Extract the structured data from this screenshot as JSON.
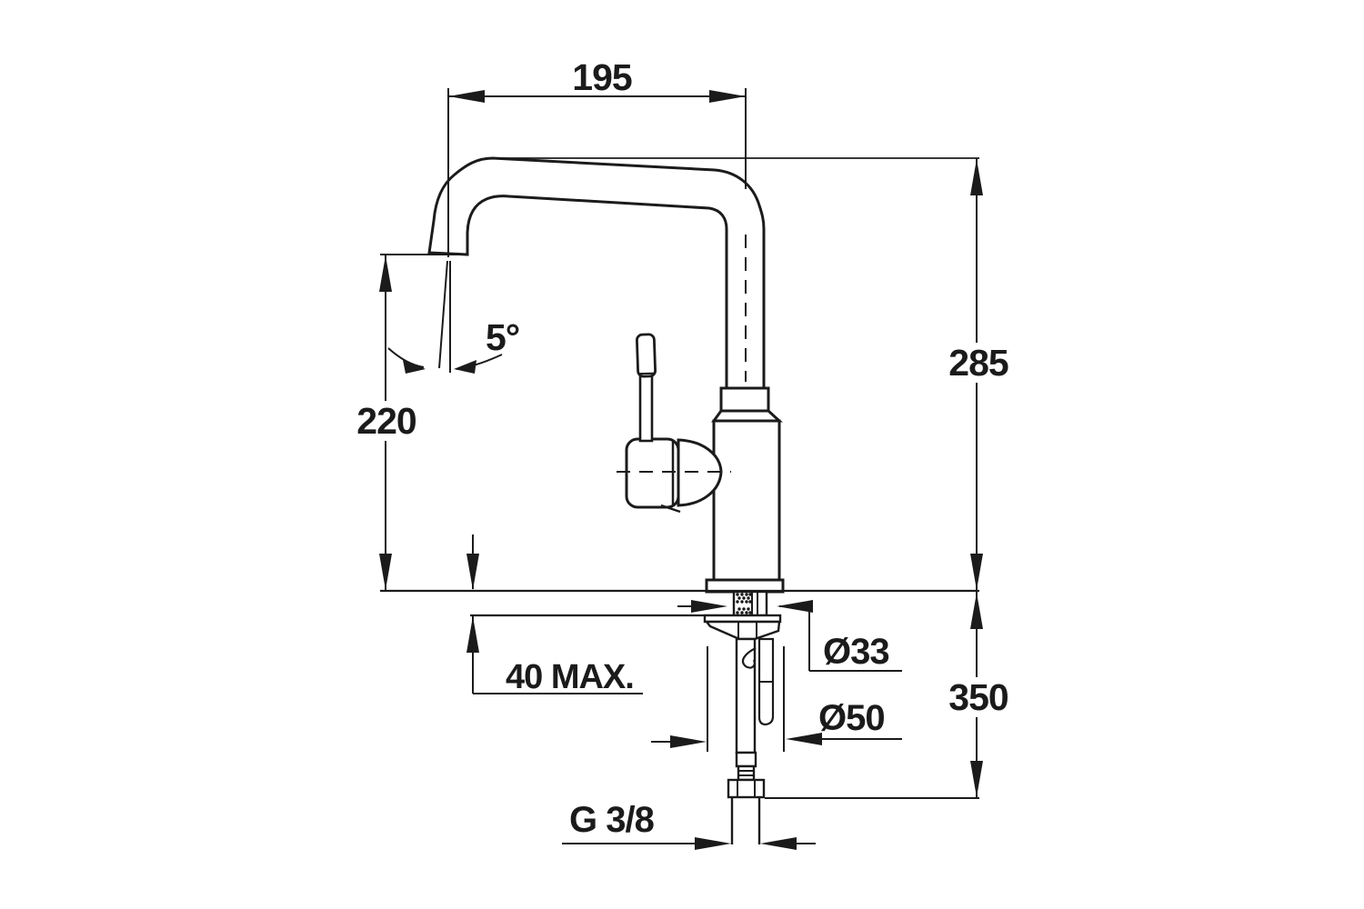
{
  "drawing": {
    "type": "technical-dimension-drawing",
    "subject": "kitchen faucet side elevation with installation dimensions",
    "colors": {
      "line": "#1b1b1b",
      "background": "#ffffff"
    },
    "labels": {
      "spout_reach": "195",
      "spout_angle": "5°",
      "spout_outlet_height": "220",
      "total_height_above_deck": "285",
      "depth_below_deck": "350",
      "max_deck_thickness": "40 MAX.",
      "mounting_hole_diameter": "Ø33",
      "base_diameter": "Ø50",
      "supply_thread": "G 3/8"
    }
  }
}
